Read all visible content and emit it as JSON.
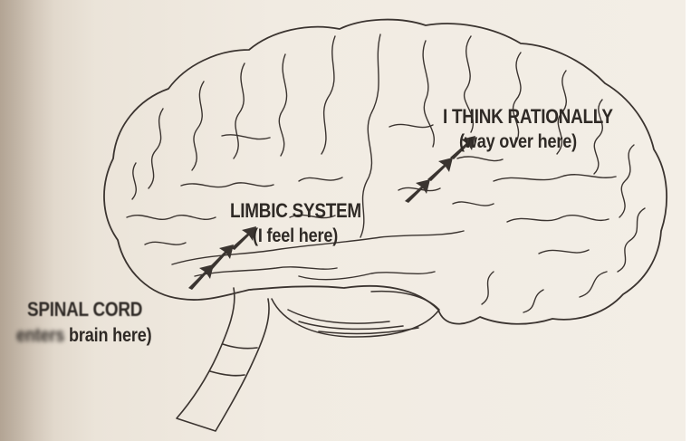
{
  "labels": {
    "rational": {
      "title": "I THINK RATIONALLY",
      "note": "(way over here)"
    },
    "limbic": {
      "title": "LIMBIC SYSTEM",
      "note": "(I feel here)"
    },
    "spinal": {
      "title": "SPINAL CORD",
      "note_blurred": "enters",
      "note": " brain here)"
    }
  },
  "colors": {
    "ink": "#2f2a26",
    "paper": "#f1ebe2",
    "arrow": "#3a3430"
  }
}
